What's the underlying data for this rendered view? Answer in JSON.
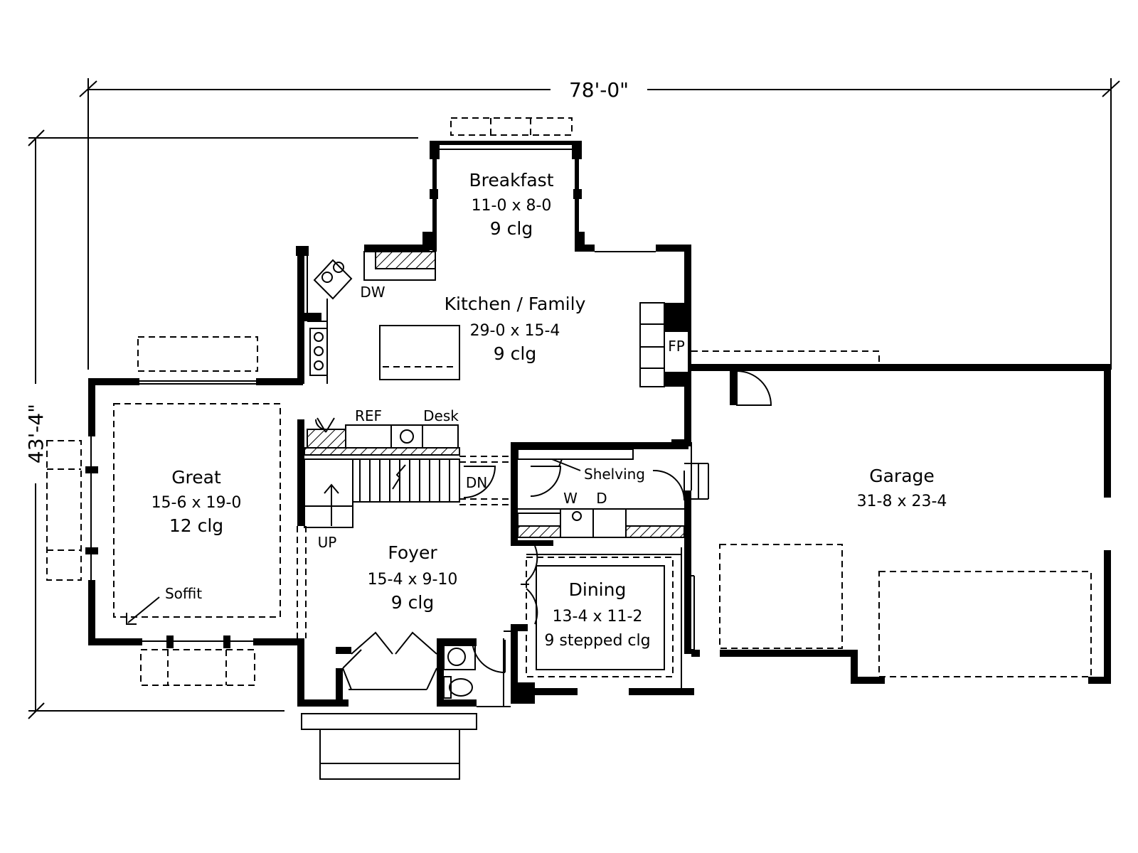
{
  "dimensions": {
    "overall_width": "78'-0\"",
    "overall_depth": "43'-4\""
  },
  "rooms": {
    "breakfast": {
      "name": "Breakfast",
      "size": "11-0 x 8-0",
      "ceiling": "9 clg"
    },
    "kitchen_family": {
      "name": "Kitchen / Family",
      "size": "29-0 x 15-4",
      "ceiling": "9 clg"
    },
    "great": {
      "name": "Great",
      "size": "15-6 x 19-0",
      "ceiling": "12 clg"
    },
    "foyer": {
      "name": "Foyer",
      "size": "15-4 x 9-10",
      "ceiling": "9 clg"
    },
    "dining": {
      "name": "Dining",
      "size": "13-4 x 11-2",
      "ceiling": "9 stepped clg"
    },
    "garage": {
      "name": "Garage",
      "size": "31-8 x 23-4"
    }
  },
  "fixtures": {
    "dishwasher": "DW",
    "refrigerator": "REF",
    "desk": "Desk",
    "fireplace": "FP",
    "shelving": "Shelving",
    "washer": "W",
    "dryer": "D",
    "stairs_down": "DN",
    "stairs_up": "UP",
    "soffit": "Soffit"
  }
}
